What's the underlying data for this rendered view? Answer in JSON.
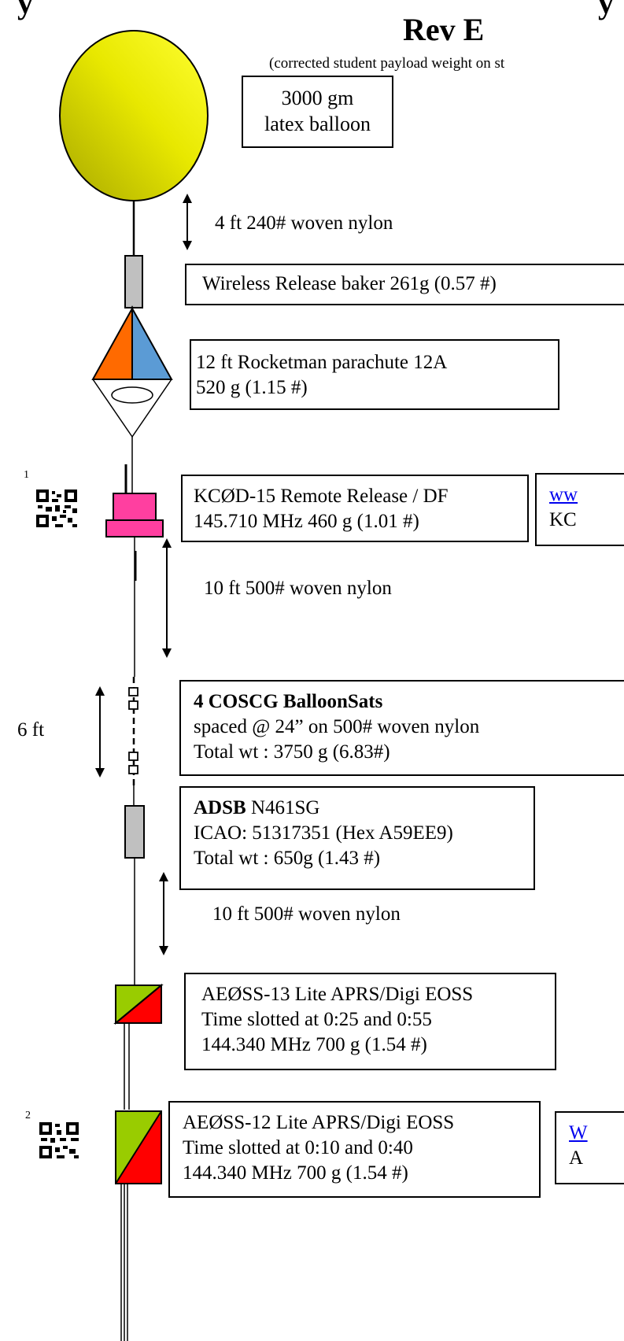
{
  "header": {
    "title_fragment_left": "y",
    "title_fragment_right": "y",
    "revision": "Rev E",
    "note": "(corrected student payload weight on st"
  },
  "balloon": {
    "label_line1": "3000 gm",
    "label_line2": "latex balloon",
    "fill_color": "#e8e800"
  },
  "tethers": {
    "t1": "4 ft 240# woven nylon",
    "t2": "10 ft 500# woven nylon",
    "t3": "10 ft 500# woven nylon",
    "six_ft": "6 ft"
  },
  "release": {
    "label": "Wireless Release baker 261g (0.57 #)"
  },
  "parachute": {
    "line1": "12 ft Rocketman parachute  12A",
    "line2": "520 g (1.15 #)",
    "color_left": "#ff6a00",
    "color_right": "#5b9bd5"
  },
  "remote_release": {
    "qr_index": "1",
    "line1": "KCØD-15  Remote Release  / DF",
    "line2": "145.710 MHz 460 g (1.01 #)",
    "side_link": "ww",
    "side_text": "KC",
    "color": "#ff3fa0"
  },
  "balloonsats": {
    "title": "4  COSCG BalloonSats",
    "line2": "spaced @ 24” on 500# woven nylon",
    "line3": "Total wt : 3750 g (6.83#)"
  },
  "adsb": {
    "title": "ADSB",
    "title_rest": " N461SG",
    "line2": "ICAO: 51317351 (Hex A59EE9)",
    "line3": "Total wt : 650g (1.43 #)"
  },
  "aeoss13": {
    "line1": "AEØSS-13 Lite APRS/Digi  EOSS",
    "line2": "Time slotted at 0:25 and 0:55",
    "line3": "144.340 MHz   700 g (1.54 #)"
  },
  "aeoss12": {
    "qr_index": "2",
    "line1": "AEØSS-12 Lite APRS/Digi  EOSS",
    "line2": "Time slotted at 0:10 and 0:40",
    "line3": "144.340 MHz   700 g (1.54 #)",
    "side_link": "W",
    "side_text": "A"
  },
  "colors": {
    "payload_green": "#99cc00",
    "payload_red": "#ff0000",
    "gray": "#c0c0c0"
  }
}
